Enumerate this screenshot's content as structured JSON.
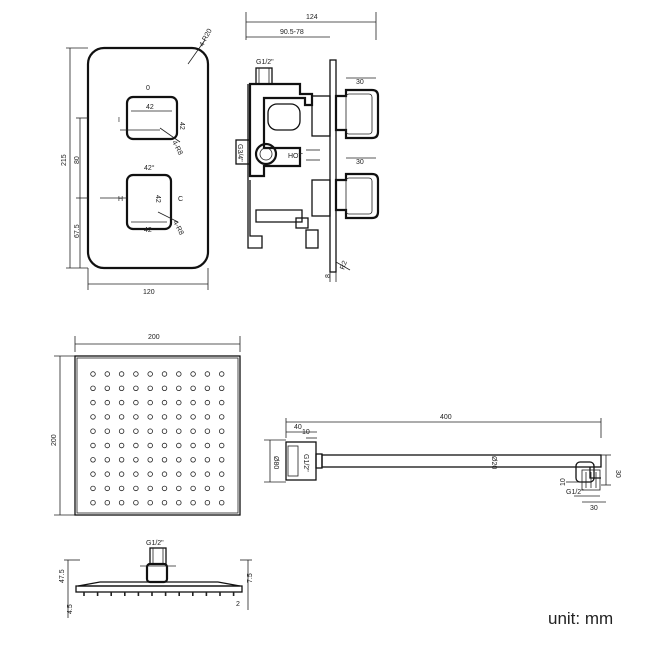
{
  "valve_front": {
    "width": "120",
    "height": "215",
    "radius": "4-R20",
    "spacing": "80",
    "lower": "67.5",
    "upper_label": "0",
    "flow_symbol": "I",
    "upper_w": "42",
    "upper_h": "42",
    "upper_r": "4-R8",
    "angle": "42°",
    "hot_label": "H",
    "cold_label": "C",
    "lower_w": "42",
    "lower_h": "42",
    "lower_r": "4-R8"
  },
  "valve_side": {
    "depth_total": "124",
    "depth_range": "90.5-78",
    "inlet": "G1/2\"",
    "outlet": "G3/4\"",
    "hot": "HOT",
    "handle_upper": "30",
    "handle_lower": "30",
    "plate": "8",
    "plate_radius": "R2"
  },
  "showerhead_top": {
    "width": "200",
    "height": "200",
    "nozzle_rows": 10,
    "nozzle_cols": 10
  },
  "showerhead_side": {
    "thread": "G1/2\"",
    "height": "47.5",
    "top": "7.5",
    "base": "4.5",
    "plate": "2"
  },
  "arm": {
    "length": "400",
    "flange": "40",
    "flange_neck": "10",
    "flange_dia": "Ø80",
    "thread": "G1/2\"",
    "tube_dia": "Ø20",
    "end_h": "30",
    "end_w": "30",
    "end_gap": "10",
    "end_thread": "G1/2\""
  },
  "unit": "unit: mm"
}
